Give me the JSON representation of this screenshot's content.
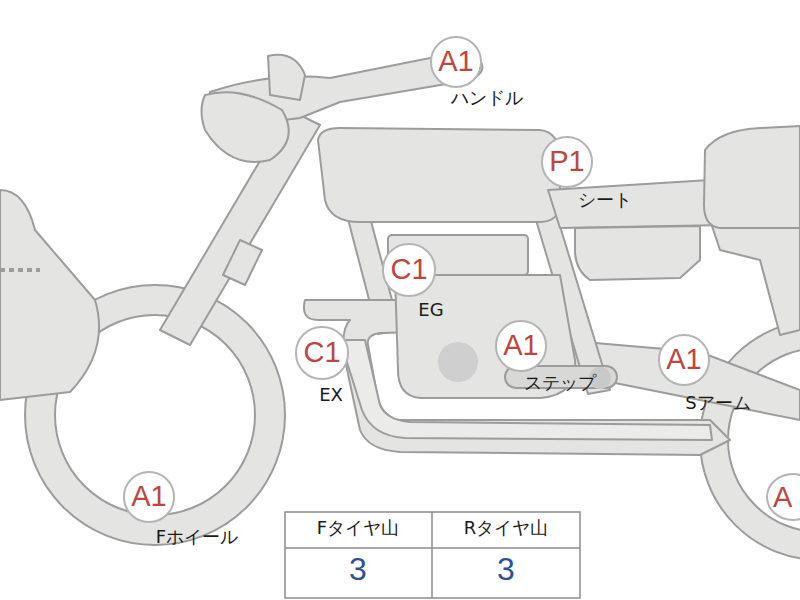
{
  "diagram": {
    "nodes": [
      {
        "text": [
          "A1"
        ]
      },
      {
        "text": [
          "P1"
        ]
      },
      {
        "text": [
          "C1"
        ]
      },
      {
        "text": [
          "C1"
        ]
      },
      {
        "text": [
          "A1"
        ]
      },
      {
        "text": [
          "A1"
        ]
      },
      {
        "text": [
          "A1"
        ]
      },
      {
        "text": [
          "A"
        ]
      }
    ],
    "edges": [],
    "labels": [
      "ハンドル",
      "シート",
      "EG",
      "EX",
      "ステップ",
      "Sアーム",
      "Fホイール",
      "Fタイヤ山",
      "Rタイヤ山",
      "3",
      "3"
    ]
  }
}
